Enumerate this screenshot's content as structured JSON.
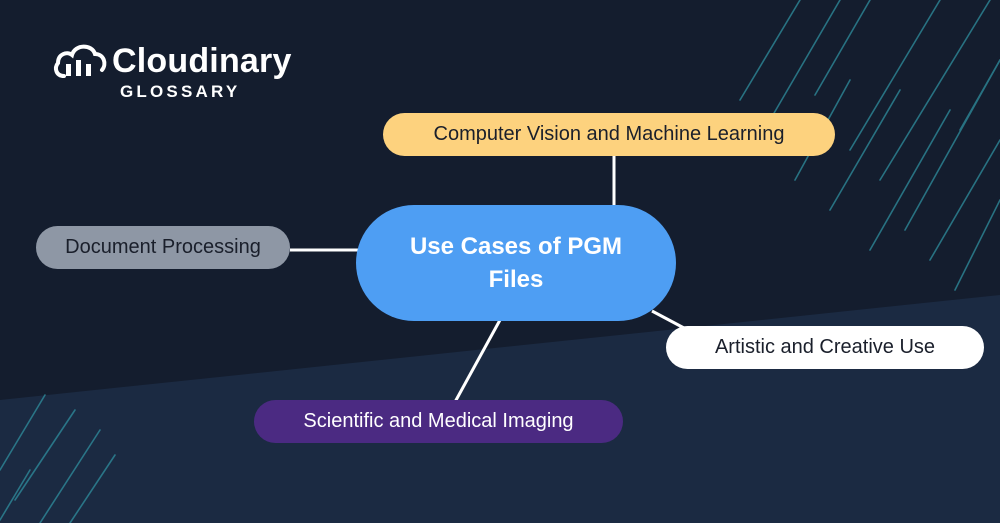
{
  "brand": {
    "name": "Cloudinary",
    "subtitle": "GLOSSARY"
  },
  "diagram": {
    "center": "Use Cases of PGM Files",
    "branches": [
      {
        "label": "Computer Vision and Machine Learning",
        "color": "#fdd27e"
      },
      {
        "label": "Document Processing",
        "color": "#8e97a5"
      },
      {
        "label": "Artistic and Creative Use",
        "color": "#ffffff"
      },
      {
        "label": "Scientific and Medical Imaging",
        "color": "#4b2a82"
      }
    ]
  },
  "colors": {
    "background": "#141d2e",
    "center_node": "#4e9ef3",
    "connector": "#ffffff",
    "accent_lines": "#2f8f9f"
  }
}
